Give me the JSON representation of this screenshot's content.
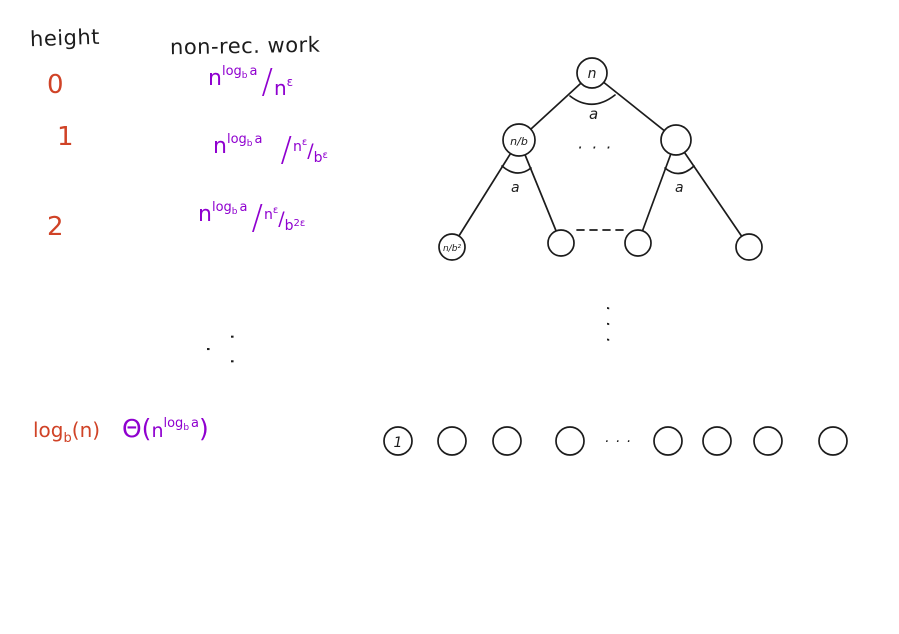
{
  "colors": {
    "ink": "#1c1c1c",
    "red": "#d04327",
    "purple": "#8f00cf"
  },
  "headers": {
    "height": "height",
    "work": "non-rec. work"
  },
  "r0": {
    "height": "0",
    "base": "n",
    "sup_log": "log",
    "sup_b": "b",
    "sup_a": "a",
    "slash": "/",
    "den_base": "n",
    "den_sup": "ε"
  },
  "r1": {
    "height": "1",
    "base": "n",
    "sup_log": "log",
    "sup_b": "b",
    "sup_a": "a",
    "slash": "/",
    "num_base": "n",
    "num_sup": "ε",
    "frac_slash": "/",
    "den_base": "b",
    "den_sup": "ε"
  },
  "r2": {
    "height": "2",
    "base": "n",
    "sup_log": "log",
    "sup_b": "b",
    "sup_a": "a",
    "slash": "/",
    "num_base": "n",
    "num_sup": "ε",
    "frac_slash": "/",
    "den_base": "b",
    "den_sup": "2ε"
  },
  "dots_row": {
    "dots": "· · ·"
  },
  "last": {
    "h_log": "log",
    "h_b": "b",
    "h_arg": "(n)",
    "theta_open": "Θ(",
    "base": "n",
    "sup_log": "log",
    "sup_b": "b",
    "sup_a": "a",
    "close": ")"
  },
  "tree": {
    "root": "n",
    "angle_root": "a",
    "angle_left": "a",
    "angle_right": "a",
    "left_child": "n/b",
    "level1_dots": "· · ·",
    "left_grandchild": "n/b²",
    "vdots": "···",
    "leaf_first": "1",
    "leaf_dots": "· · ·"
  }
}
